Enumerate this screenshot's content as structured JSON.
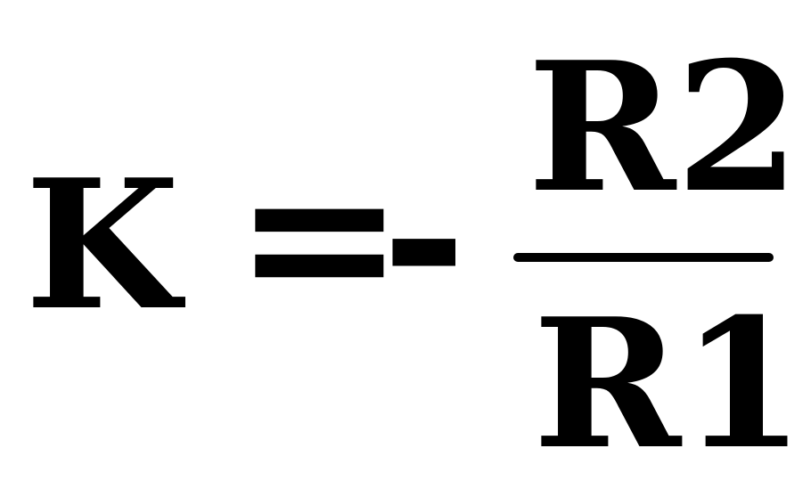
{
  "formula": {
    "lhs": "K",
    "equals": "=",
    "minus": "-",
    "numerator": "R2",
    "denominator": "R1"
  },
  "colors": {
    "background": "#ffffff",
    "ink": "#000000"
  }
}
